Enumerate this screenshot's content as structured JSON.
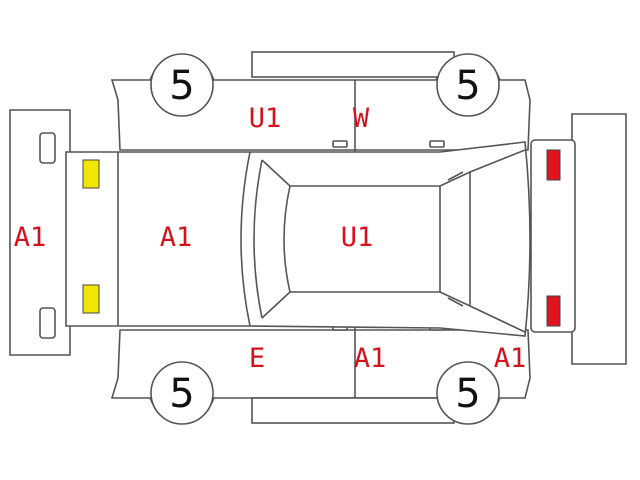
{
  "tires": {
    "front_left": "5",
    "rear_left": "5",
    "front_right": "5",
    "rear_right": "5"
  },
  "codes": {
    "front_bumper": "A1",
    "hood": "A1",
    "left_front_door": "U1",
    "left_rear_door": "W",
    "roof": "U1",
    "right_front_door": "E",
    "right_rear_door": "A1",
    "rear_quarter": "A1"
  },
  "lamp_colors": {
    "front": "#f2e600",
    "rear": "#e0141f"
  },
  "code_color": "#d4121b"
}
